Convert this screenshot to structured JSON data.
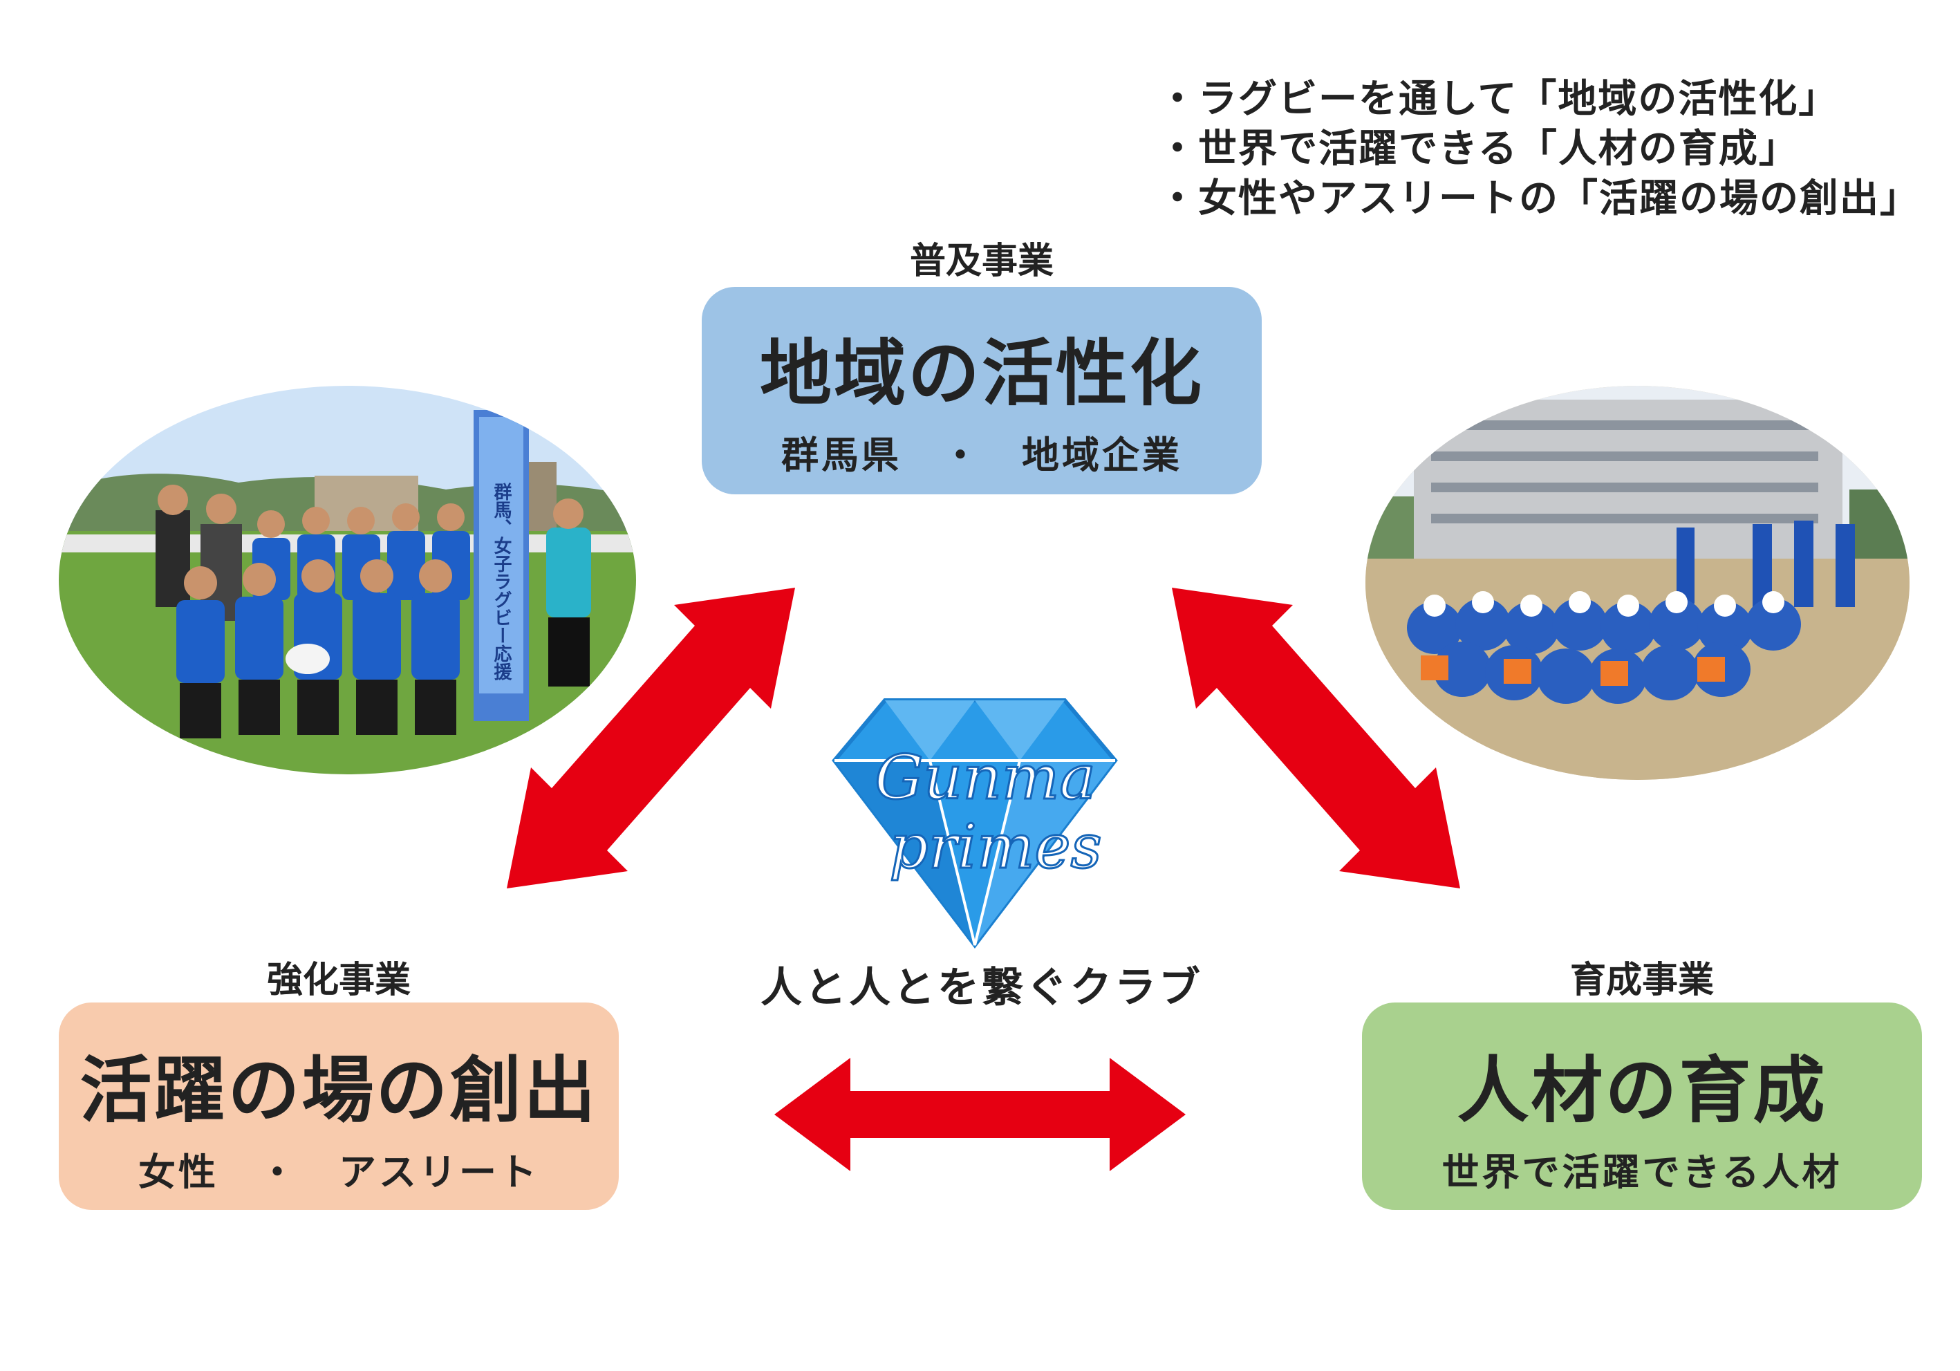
{
  "goals": [
    "・ラグビーを通して「地域の活性化」",
    "・世界で活躍できる「人材の育成」",
    "・女性やアスリートの「活躍の場の創出」"
  ],
  "top": {
    "heading": "普及事業",
    "title": "地域の活性化",
    "subtitle": "群馬県　・　地域企業",
    "color": "#9dc3e6"
  },
  "left": {
    "heading": "強化事業",
    "title": "活躍の場の創出",
    "subtitle": "女性　・　アスリート",
    "color": "#f8cbad"
  },
  "right": {
    "heading": "育成事業",
    "title": "人材の育成",
    "subtitle": "世界で活躍できる人材",
    "color": "#a9d18e"
  },
  "center": {
    "logo_line1": "Gunma",
    "logo_line2": "primes",
    "tagline": "人と人とを繋ぐクラブ",
    "logo_color": "#1f8fe0"
  },
  "photos": {
    "left_flag_text": "群馬、女子ラグビー応援",
    "left_icon": "rugby-team-photo",
    "right_icon": "school-rugby-class-photo"
  },
  "arrow_color": "#e60012"
}
